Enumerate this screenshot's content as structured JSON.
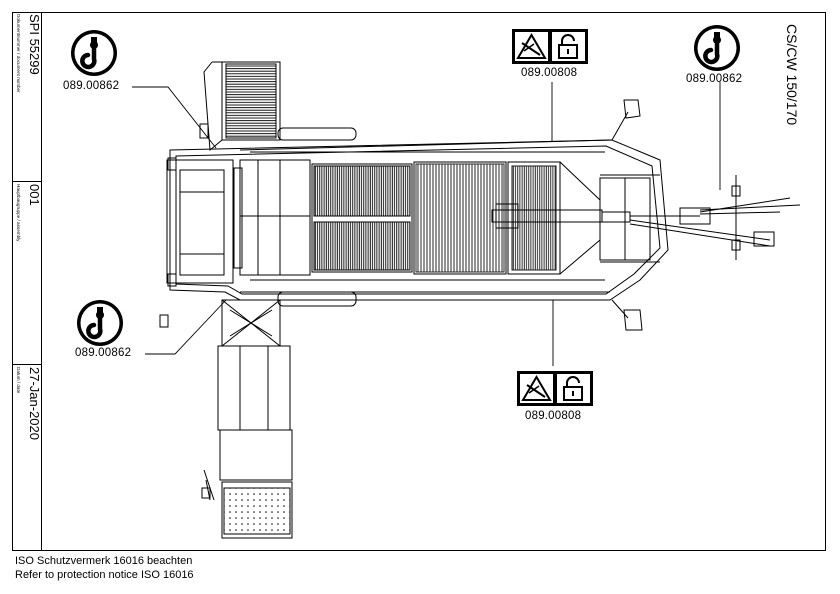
{
  "model_title": "CS/CW 150/170",
  "title_block": {
    "document_label": "Dokumentnummer / document number",
    "document_number": "SPI 55299",
    "assembly_label": "Hauptbaugruppe / assembly",
    "assembly_number": "001",
    "date_label": "Datum / date",
    "date": "27-Jan-2020"
  },
  "labels": {
    "lift_top_left": "089.00862",
    "warning_top": "089.00808",
    "lift_top_right": "089.00862",
    "lift_bottom_left": "089.00862",
    "warning_bottom": "089.00808"
  },
  "notice": {
    "line_de": "ISO Schutzvermerk 16016 beachten",
    "line_en": "Refer to protection notice ISO 16016"
  },
  "icons": [
    "lifting-hook-icon",
    "crush-hazard-warning-icon",
    "padlock-key-icon"
  ]
}
